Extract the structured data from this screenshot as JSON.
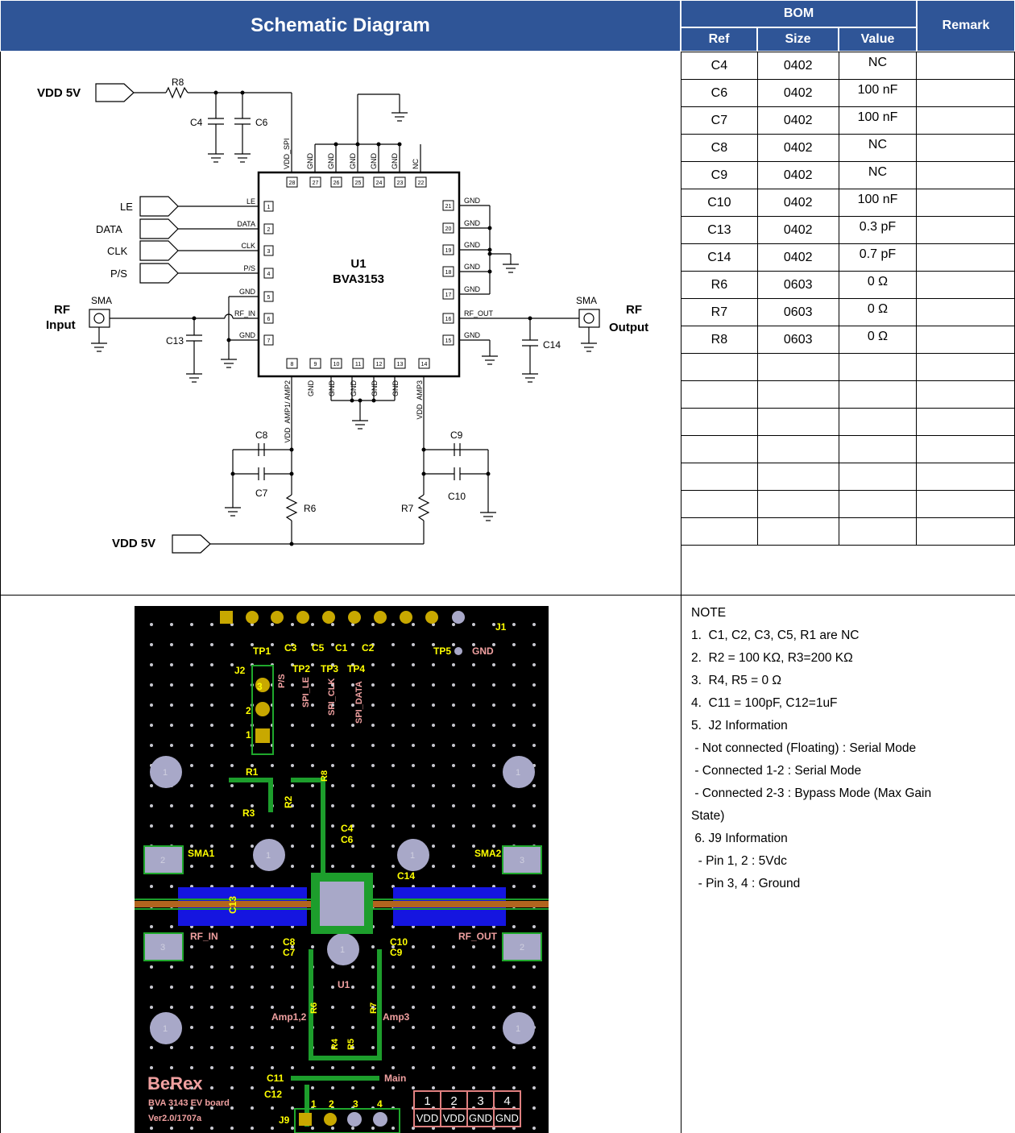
{
  "schematic": {
    "title": "Schematic Diagram",
    "vdd_top": "VDD 5V",
    "vdd_bottom": "VDD 5V",
    "r8": "R8",
    "c4": "C4",
    "c6": "C6",
    "c13": "C13",
    "c14": "C14",
    "c8": "C8",
    "c7": "C7",
    "c9": "C9",
    "c10": "C10",
    "r6": "R6",
    "r7": "R7",
    "ctrl_labels": [
      "LE",
      "DATA",
      "CLK",
      "P/S"
    ],
    "rf_input": [
      "RF",
      "Input"
    ],
    "rf_output": [
      "RF",
      "Output"
    ],
    "sma": "SMA",
    "chip_ref": "U1",
    "chip_name": "BVA3153",
    "left_pins": [
      {
        "num": "1",
        "name": "LE"
      },
      {
        "num": "2",
        "name": "DATA"
      },
      {
        "num": "3",
        "name": "CLK"
      },
      {
        "num": "4",
        "name": "P/S"
      },
      {
        "num": "5",
        "name": "GND"
      },
      {
        "num": "6",
        "name": "RF_IN"
      },
      {
        "num": "7",
        "name": "GND"
      }
    ],
    "right_pins": [
      {
        "num": "21",
        "name": "GND"
      },
      {
        "num": "20",
        "name": "GND"
      },
      {
        "num": "19",
        "name": "GND"
      },
      {
        "num": "18",
        "name": "GND"
      },
      {
        "num": "17",
        "name": "GND"
      },
      {
        "num": "16",
        "name": "RF_OUT"
      },
      {
        "num": "15",
        "name": "GND"
      }
    ],
    "top_pins": [
      {
        "num": "28",
        "name": "VDD_SPI"
      },
      {
        "num": "27",
        "name": "GND"
      },
      {
        "num": "26",
        "name": "GND"
      },
      {
        "num": "25",
        "name": "GND"
      },
      {
        "num": "24",
        "name": "GND"
      },
      {
        "num": "23",
        "name": "GND"
      },
      {
        "num": "22",
        "name": "NC"
      }
    ],
    "bottom_pins": [
      {
        "num": "8",
        "name": "VDD_AMP1/ AMP2"
      },
      {
        "num": "9",
        "name": "GND"
      },
      {
        "num": "10",
        "name": "GND"
      },
      {
        "num": "11",
        "name": "GND"
      },
      {
        "num": "12",
        "name": "GND"
      },
      {
        "num": "13",
        "name": "GND"
      },
      {
        "num": "14",
        "name": "VDD_AMP3"
      }
    ]
  },
  "bom": {
    "title": "BOM",
    "headers": {
      "ref": "Ref",
      "size": "Size",
      "value": "Value",
      "remark": "Remark"
    },
    "rows": [
      {
        "ref": "C4",
        "size": "0402",
        "value": "NC"
      },
      {
        "ref": "C6",
        "size": "0402",
        "value": "100 nF"
      },
      {
        "ref": "C7",
        "size": "0402",
        "value": "100 nF"
      },
      {
        "ref": "C8",
        "size": "0402",
        "value": "NC"
      },
      {
        "ref": "C9",
        "size": "0402",
        "value": "NC"
      },
      {
        "ref": "C10",
        "size": "0402",
        "value": "100 nF"
      },
      {
        "ref": "C13",
        "size": "0402",
        "value": "0.3 pF"
      },
      {
        "ref": "C14",
        "size": "0402",
        "value": "0.7 pF"
      },
      {
        "ref": "R6",
        "size": "0603",
        "value": "0 Ω"
      },
      {
        "ref": "R7",
        "size": "0603",
        "value": "0 Ω"
      },
      {
        "ref": "R8",
        "size": "0603",
        "value": "0 Ω"
      }
    ]
  },
  "notes": [
    "NOTE",
    "1.  C1, C2, C3, C5, R1 are NC",
    "2.  R2 = 100 KΩ, R3=200 KΩ",
    "3.  R4, R5 = 0 Ω",
    "4.  C11 = 100pF, C12=1uF",
    "5.  J2 Information",
    " - Not connected (Floating) : Serial Mode",
    " - Connected 1-2 : Serial Mode",
    " - Connected 2-3 : Bypass Mode (Max Gain",
    "State)",
    " 6. J9 Information",
    "  - Pin 1, 2 : 5Vdc",
    "  - Pin 3, 4 : Ground"
  ],
  "pcb": {
    "brand": "BeRex",
    "board": "BVA 3143 EV board",
    "version": "Ver2.0/1707a",
    "labels": {
      "j1": "J1",
      "j2": "J2",
      "j9": "J9",
      "tp1": "TP1",
      "tp2": "TP2",
      "tp3": "TP3",
      "tp4": "TP4",
      "tp5": "TP5",
      "gnd": "GND",
      "c3": "C3",
      "c5": "C5",
      "c1": "C1",
      "c2": "C2",
      "ps": "P/S",
      "spi_le": "SPI_LE",
      "spi_clk": "SPI_CLK",
      "spi_data": "SPI_DATA",
      "r1": "R1",
      "r2": "R2",
      "r3": "R3",
      "r8": "R8",
      "c4": "C4",
      "c6": "C6",
      "sma1": "SMA1",
      "sma2": "SMA2",
      "c14": "C14",
      "c13": "C13",
      "rf_in": "RF_IN",
      "rf_out": "RF_OUT",
      "c8": "C8",
      "c7": "C7",
      "c10": "C10",
      "c9": "C9",
      "u1": "U1",
      "amp12": "Amp1,2",
      "amp3": "Amp3",
      "r6": "R6",
      "r7": "R7",
      "r4": "R4",
      "r5": "R5",
      "c11": "C11",
      "c12": "C12",
      "main": "Main",
      "j2_pins": [
        "3",
        "2",
        "1"
      ],
      "j9_pins": [
        "1",
        "2",
        "3",
        "4"
      ],
      "hole": "1",
      "sma_pin_a": "2",
      "sma_pin_b": "3"
    },
    "j9_table": {
      "nums": [
        "1",
        "2",
        "3",
        "4"
      ],
      "names": [
        "VDD",
        "VDD",
        "GND",
        "GND"
      ]
    }
  }
}
